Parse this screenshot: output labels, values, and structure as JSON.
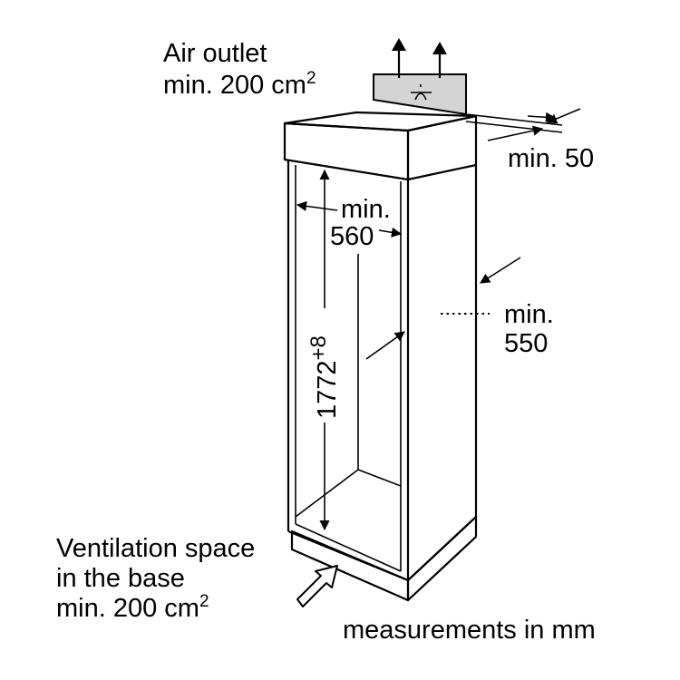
{
  "labels": {
    "air_outlet_line1": "Air outlet",
    "air_outlet_line2": "min. 200 cm",
    "air_outlet_sup": "2",
    "min_50": "min. 50",
    "min_560_line1": "min.",
    "min_560_line2": "560",
    "min_550_line1": "min.",
    "min_550_line2": "550",
    "height_value": "1772",
    "height_sup": "+8",
    "vent_line1": "Ventilation space",
    "vent_line2": "in the base",
    "vent_line3": "min. 200 cm",
    "vent_sup": "2",
    "units": "measurements in mm"
  },
  "colors": {
    "line": "#000000",
    "grille_fill": "#d4d4d4",
    "background": "#ffffff"
  },
  "icons": {
    "air_arrows": "arrow-up-icon",
    "base_arrow": "arrow-right-outline-icon",
    "grille": "vent-grille-icon"
  }
}
